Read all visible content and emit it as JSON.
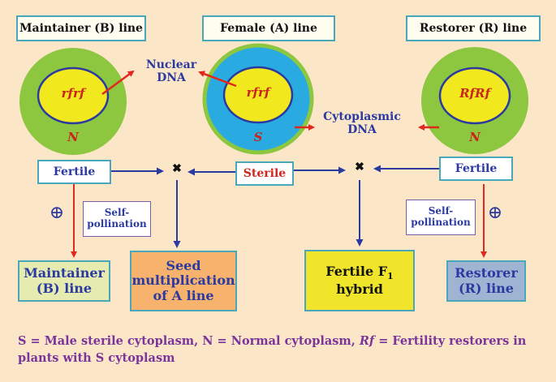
{
  "headers": {
    "maintainer": "Maintainer  (B) line",
    "female": "Female (A) line",
    "restorer": "Restorer (R) line"
  },
  "cells": {
    "maintainer": {
      "genotype": "rfrf",
      "cytoplasm": "N"
    },
    "female": {
      "genotype": "rfrf",
      "cytoplasm": "S"
    },
    "restorer": {
      "genotype": "RfRf",
      "cytoplasm": "N"
    }
  },
  "labels": {
    "nuclear": "Nuclear DNA",
    "cytoplasmic": "Cytoplasmic DNA"
  },
  "status": {
    "fertile_left": "Fertile",
    "sterile": "Sterile",
    "fertile_right": "Fertile"
  },
  "cross_symbol": "✖",
  "self_symbol": "⊕",
  "self_pollination": "Self-pollination",
  "outcomes": {
    "maintainer": "Maintainer (B) line",
    "seed": "Seed multiplication of A line",
    "hybrid_main": "Fertile F",
    "hybrid_sub": "1",
    "hybrid_rest": "hybrid",
    "restorer": "Restorer (R) line"
  },
  "legend": {
    "part1": "S = Male sterile cytoplasm, N = Normal cytoplasm, ",
    "rf": "Rf",
    "part2": " = Fertility restorers in plants with S cytoplasm"
  },
  "colors": {
    "background": "#fbe6c8",
    "normal_cytoplasm": "#8dc63f",
    "sterile_cytoplasm": "#29abe2",
    "nucleus": "#f2e81e",
    "arrow_red": "#e0281c",
    "arrow_blue": "#2a3aa0",
    "box_border": "#4aa7b9"
  }
}
